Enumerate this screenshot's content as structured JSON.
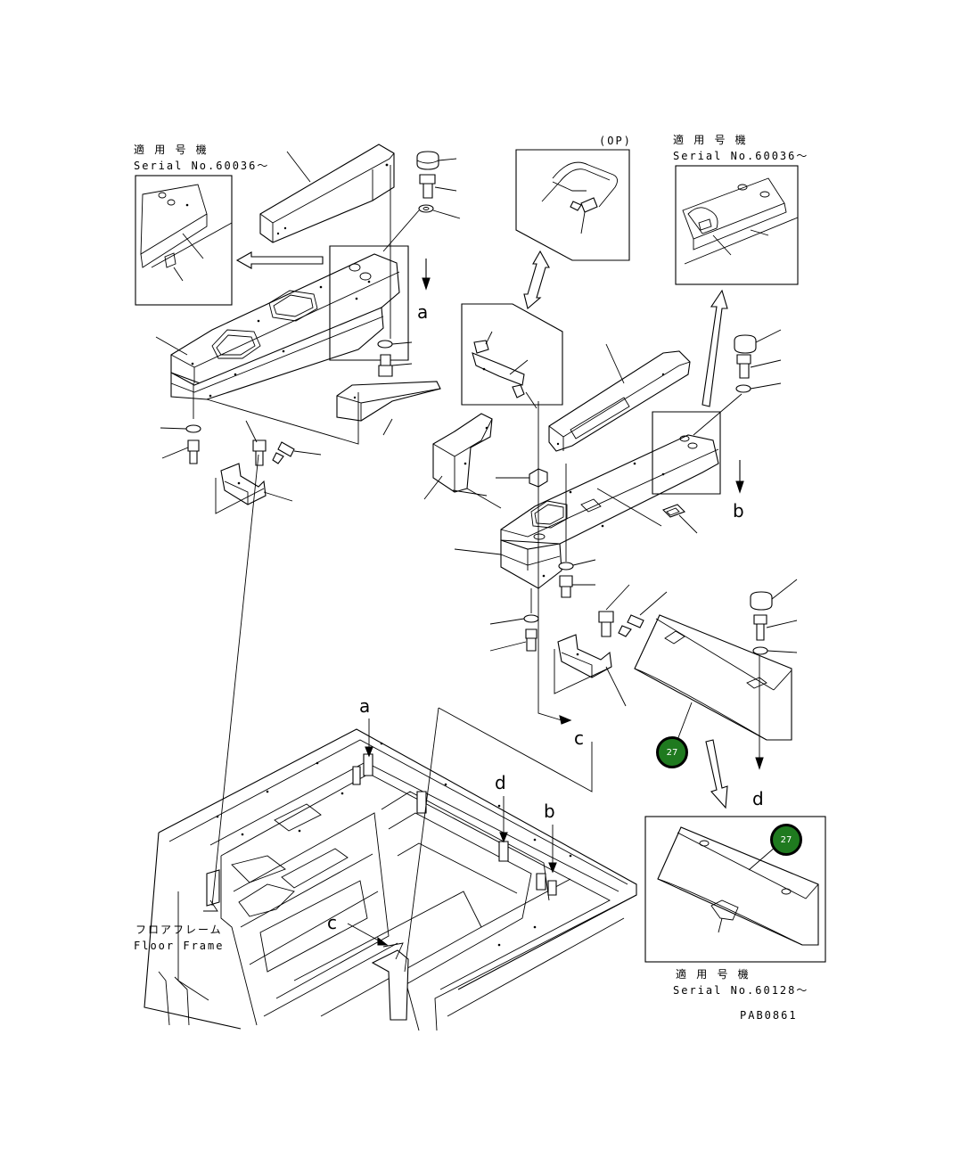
{
  "applicability_label_1": {
    "jp": "適 用 号 機",
    "serial": "Serial No.60036～"
  },
  "applicability_label_2": {
    "jp": "適 用 号 機",
    "serial": "Serial No.60036～"
  },
  "applicability_label_3": {
    "jp": "適 用 号 機",
    "serial": "Serial No.60128～"
  },
  "option_label": "(OP)",
  "floor_frame": {
    "jp": "フロアフレーム",
    "en": "Floor Frame"
  },
  "drawing_code": "PAB0861",
  "reference_letters": {
    "a1": "a",
    "a2": "a",
    "b1": "b",
    "b2": "b",
    "c1": "c",
    "c2": "c",
    "d1": "d",
    "d2": "d"
  },
  "callouts": {
    "part_27_main": "27",
    "part_27_detail": "27"
  },
  "colors": {
    "callout_fill": "#1f7a1f",
    "line": "#000000",
    "background": "#ffffff"
  }
}
